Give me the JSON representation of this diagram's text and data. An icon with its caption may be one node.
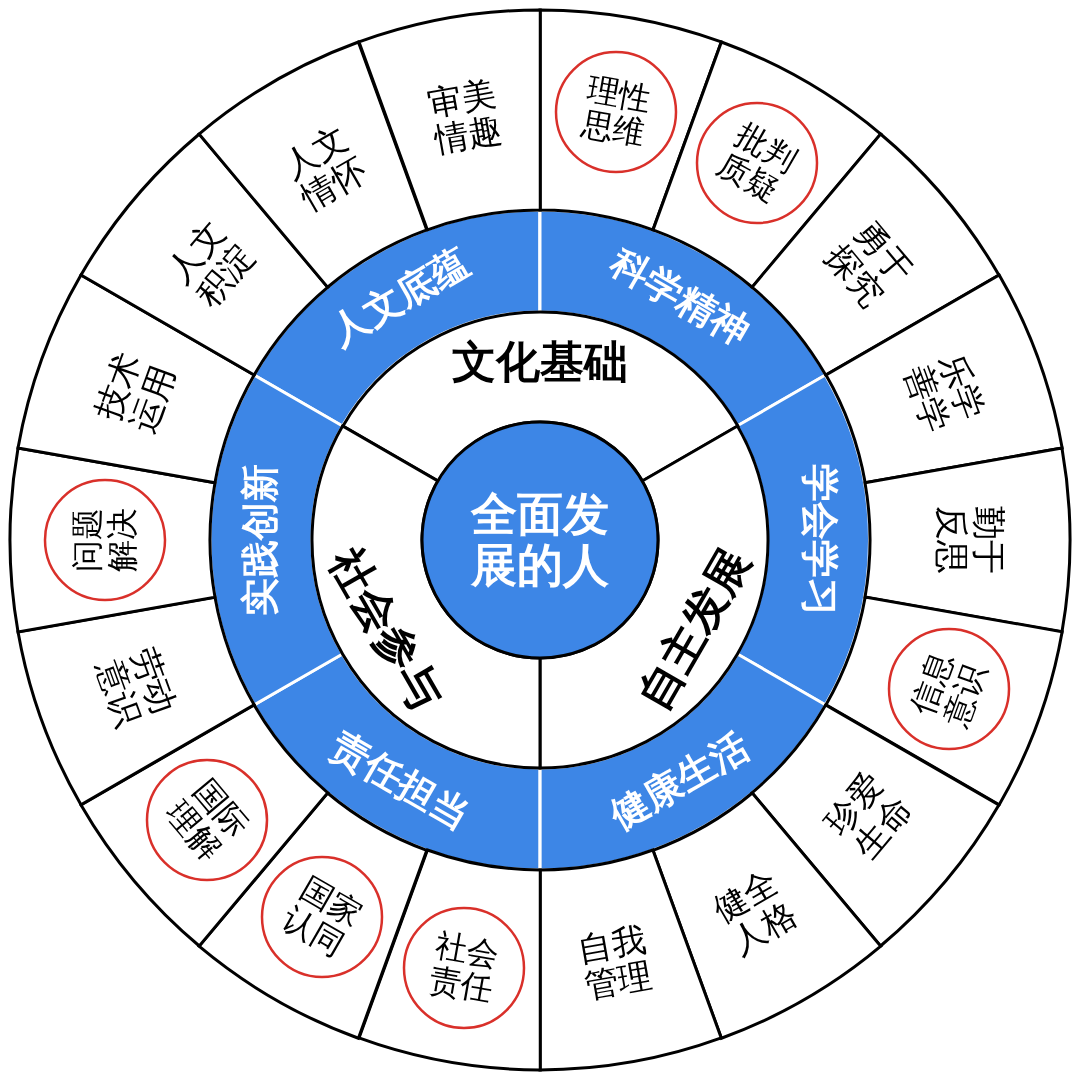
{
  "diagram": {
    "nodes": [
      {
        "text": [
          "全面发展的人"
        ]
      },
      {
        "text": [
          "文化基础"
        ]
      },
      {
        "text": [
          "自主发展"
        ]
      },
      {
        "text": [
          "社会参与"
        ]
      },
      {
        "text": [
          "人文底蕴"
        ]
      },
      {
        "text": [
          "科学精神"
        ]
      },
      {
        "text": [
          "学会学习"
        ]
      },
      {
        "text": [
          "健康生活"
        ]
      },
      {
        "text": [
          "责任担当"
        ]
      },
      {
        "text": [
          "实践创新"
        ]
      },
      {
        "text": [],
        "shape": "sector"
      },
      {
        "text": [
          "理性思维"
        ],
        "in": 10
      },
      {
        "text": [],
        "shape": "sector"
      },
      {
        "text": [
          "批判质疑"
        ],
        "in": 12
      },
      {
        "text": [
          "勇于探究"
        ]
      },
      {
        "text": [
          "乐学善学"
        ]
      },
      {
        "text": [
          "勤于反思"
        ]
      },
      {
        "text": [],
        "shape": "sector"
      },
      {
        "text": [
          "信息意识"
        ],
        "in": 17
      },
      {
        "text": [
          "珍爱生命"
        ]
      },
      {
        "text": [
          "健全人格"
        ]
      },
      {
        "text": [
          "自我管理"
        ]
      },
      {
        "text": [],
        "shape": "sector"
      },
      {
        "text": [
          "社会责任"
        ],
        "in": 22
      },
      {
        "text": [],
        "shape": "sector"
      },
      {
        "text": [
          "国家认同"
        ],
        "in": 24
      },
      {
        "text": [],
        "shape": "sector"
      },
      {
        "text": [
          "国际理解"
        ],
        "in": 26
      },
      {
        "text": [
          "劳动意识"
        ]
      },
      {
        "text": [],
        "shape": "sector"
      },
      {
        "text": [
          "问题解决"
        ],
        "in": 29
      },
      {
        "text": [
          "技术运用"
        ]
      },
      {
        "text": [
          "人文积淀"
        ]
      },
      {
        "text": [
          "人文情怀"
        ]
      },
      {
        "text": [
          "审美情趣"
        ]
      }
    ]
  }
}
